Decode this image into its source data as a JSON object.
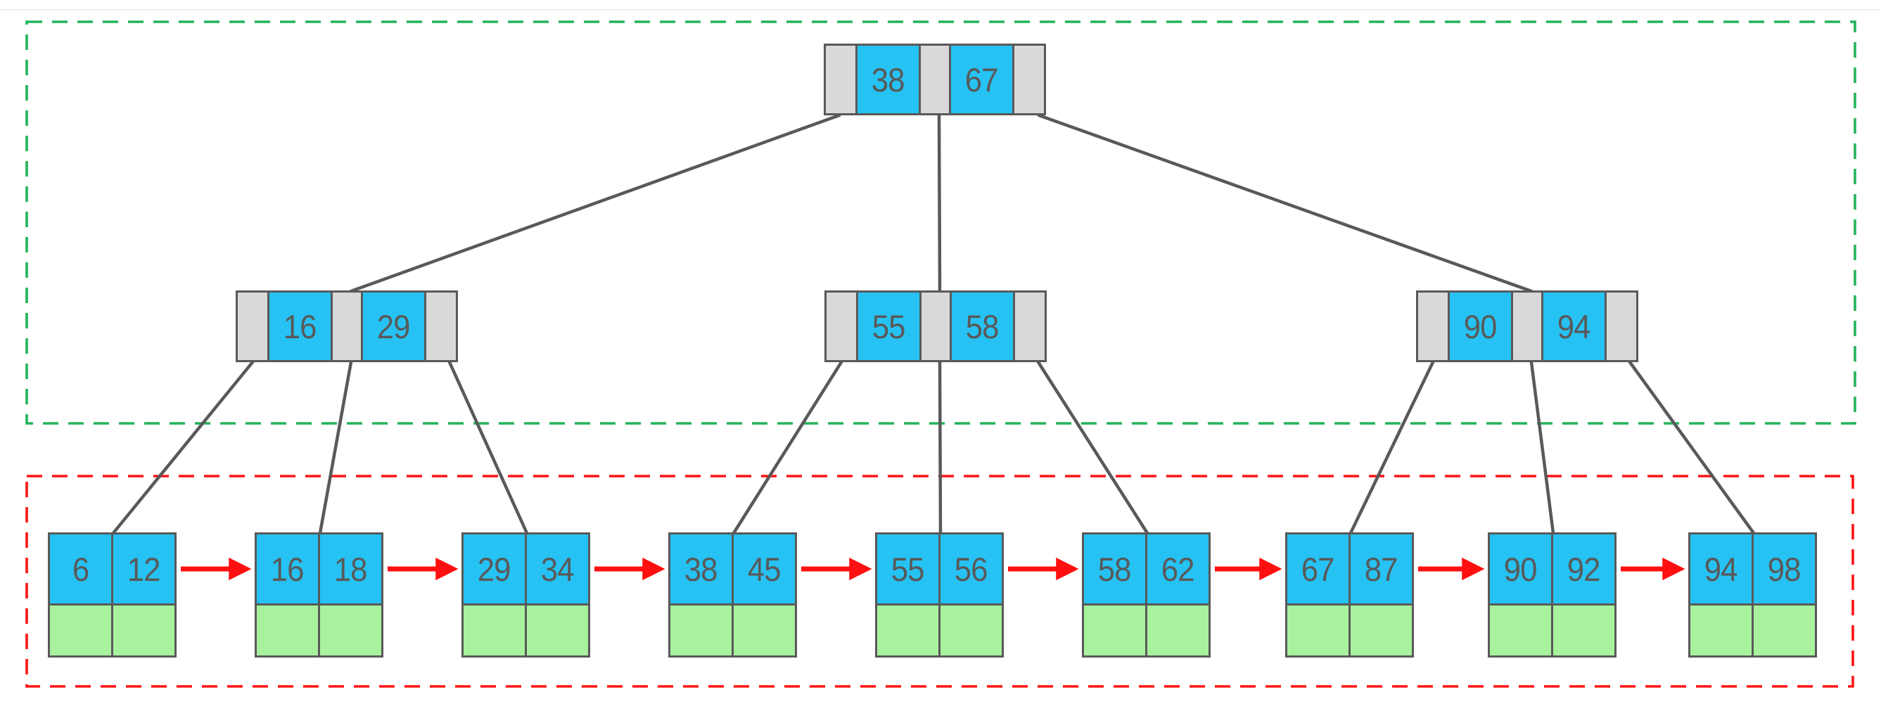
{
  "diagram": {
    "type": "b-plus-tree",
    "regions": {
      "internal_region": {
        "name": "internal-node-region",
        "border_color": "#22b45a",
        "border_style": "dashed"
      },
      "leaf_region": {
        "name": "leaf-node-region",
        "border_color": "#ff1414",
        "border_style": "dashed"
      }
    },
    "colors": {
      "key_cell_fill": "#26c2f4",
      "pointer_cell_fill": "#d9d9d9",
      "record_pointer_fill": "#a8f29e",
      "cell_border": "#595959",
      "tree_edge": "#595959",
      "leaf_link_arrow": "#ff0f0f",
      "key_text": "#595959"
    },
    "root": {
      "keys": [
        "38",
        "67"
      ]
    },
    "internal_nodes": [
      {
        "keys": [
          "16",
          "29"
        ]
      },
      {
        "keys": [
          "55",
          "58"
        ]
      },
      {
        "keys": [
          "90",
          "94"
        ]
      }
    ],
    "leaf_nodes": [
      {
        "keys": [
          "6",
          "12"
        ]
      },
      {
        "keys": [
          "16",
          "18"
        ]
      },
      {
        "keys": [
          "29",
          "34"
        ]
      },
      {
        "keys": [
          "38",
          "45"
        ]
      },
      {
        "keys": [
          "55",
          "56"
        ]
      },
      {
        "keys": [
          "58",
          "62"
        ]
      },
      {
        "keys": [
          "67",
          "87"
        ]
      },
      {
        "keys": [
          "90",
          "92"
        ]
      },
      {
        "keys": [
          "94",
          "98"
        ]
      }
    ]
  }
}
